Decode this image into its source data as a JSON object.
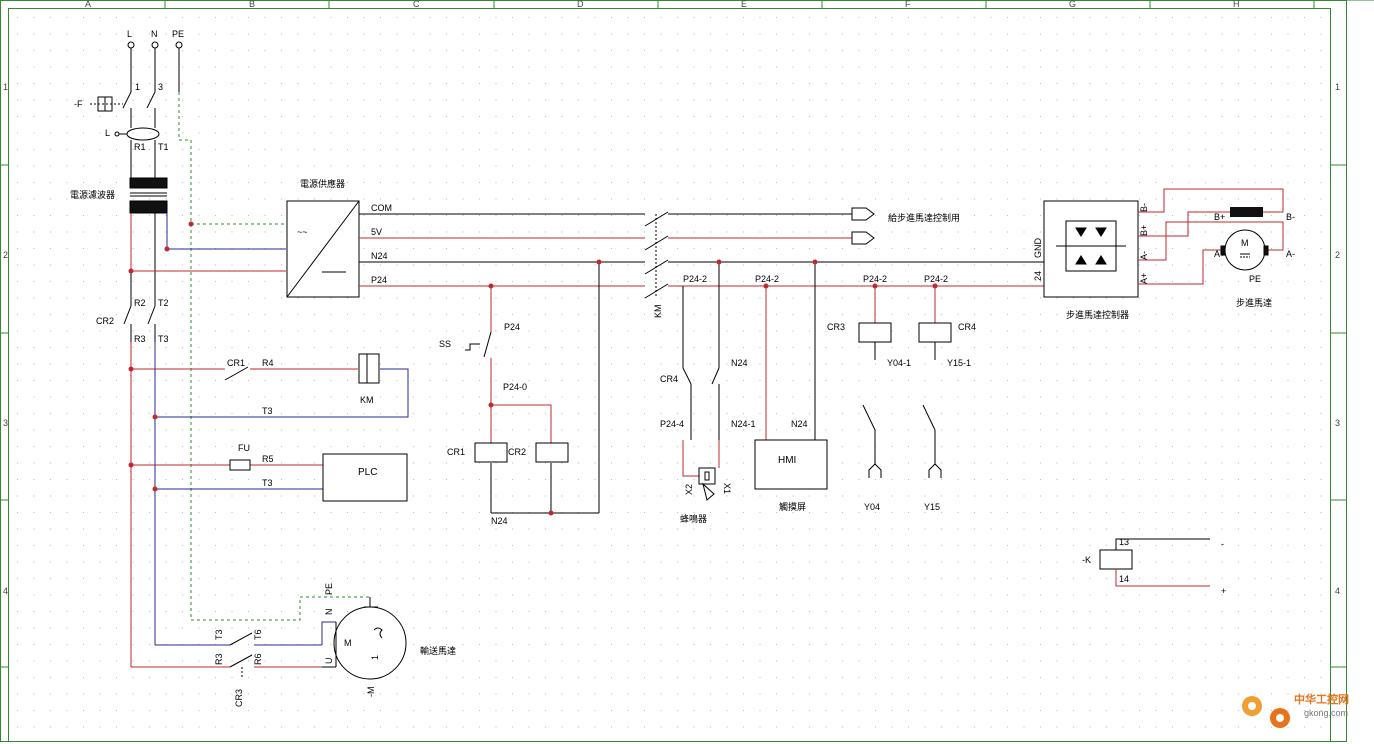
{
  "border": {
    "columns": [
      "A",
      "B",
      "C",
      "D",
      "E",
      "F",
      "G",
      "H"
    ],
    "rows": [
      "1",
      "2",
      "3",
      "4"
    ]
  },
  "colors": {
    "red": "#c0282d",
    "blue": "#2a2a9a",
    "black": "#000000",
    "green_dash": "#2e8b2e",
    "grid": "#bdbdbd",
    "frame": "#2e8b2e"
  },
  "labels": {
    "L": "L",
    "N": "N",
    "PE": "PE",
    "n1": "1",
    "n3": "3",
    "F": "-F",
    "Lsmall": "L",
    "R1": "R1",
    "T1": "T1",
    "filter": "電源濾波器",
    "psu": "電源供應器",
    "com": "COM",
    "v5": "5V",
    "n24": "N24",
    "p24": "P24",
    "stepper_ctrl_for": "給步進馬達控制用",
    "R2": "R2",
    "T2": "T2",
    "CR2a": "CR2",
    "R3": "R3",
    "T3": "T3",
    "CR1a": "CR1",
    "R4": "R4",
    "KM": "KM",
    "T3b": "T3",
    "FU": "FU",
    "R5": "R5",
    "PLC": "PLC",
    "T3c": "T3",
    "SS": "SS",
    "P24b": "P24",
    "P24_0": "P24-0",
    "CR1b": "CR1",
    "CR2b": "CR2",
    "N24b": "N24",
    "KMv": "KM",
    "P24_2a": "P24-2",
    "P24_2b": "P24-2",
    "P24_2c": "P24-2",
    "P24_2d": "P24-2",
    "CR4a": "CR4",
    "N24c": "N24",
    "P24_4": "P24-4",
    "N24_1": "N24-1",
    "N24d": "N24",
    "X2": "X2",
    "X1": "X1",
    "buzzer": "蜂鳴器",
    "HMI": "HMI",
    "hmi_cn": "觸摸屏",
    "CR3": "CR3",
    "CR4b": "CR4",
    "Y04_1": "Y04-1",
    "Y15_1": "Y15-1",
    "Y04": "Y04",
    "Y15": "Y15",
    "GND": "GND",
    "v24": "24",
    "Bm": "B-",
    "Bp": "B+",
    "Am": "A-",
    "Ap": "A+",
    "stepper_ctrl": "步進馬達控制器",
    "Bp2": "B+",
    "Bm2": "B-",
    "M": "M",
    "Ap2": "A+",
    "Am2": "A-",
    "PE2": "PE",
    "stepper_motor": "步進馬達",
    "K": "-K",
    "k13": "13",
    "k14": "14",
    "minus": "-",
    "plus": "+",
    "PE3": "PE",
    "Nm": "N",
    "Um": "U",
    "T3d": "T3",
    "T6": "T6",
    "R3b": "R3",
    "R6": "R6",
    "CR3b": "CR3",
    "Mm": "M",
    "one": "1",
    "minusM": "-M",
    "conveyor": "輸送馬達"
  },
  "watermark": {
    "cn": "中华工控网",
    "url": "gkong.com"
  }
}
